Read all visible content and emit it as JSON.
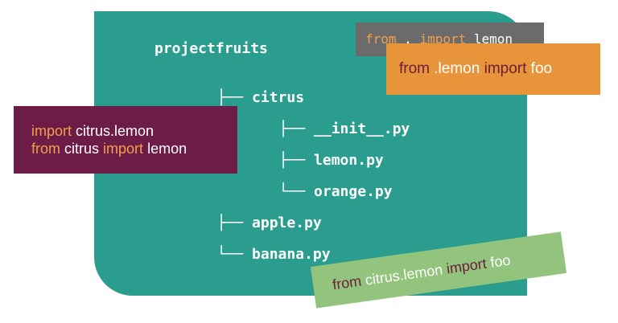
{
  "tree": {
    "root": "projectfruits",
    "items": [
      {
        "branch": "├──",
        "name": "citrus"
      },
      {
        "branch": "├──",
        "name": "__init__.py"
      },
      {
        "branch": "├──",
        "name": "lemon.py"
      },
      {
        "branch": "└──",
        "name": "orange.py"
      },
      {
        "branch": "├──",
        "name": "apple.py"
      },
      {
        "branch": "└──",
        "name": "banana.py"
      }
    ]
  },
  "labels": {
    "relative_dot": {
      "kw1": "from",
      "mid1": ". ",
      "kw2": "import",
      "rest": "lemon"
    },
    "relative_module": {
      "kw1": "from",
      "mid1": ".lemon",
      "kw2": "import",
      "rest": "foo"
    },
    "absolute_two": {
      "line1": {
        "kw1": "import",
        "rest": "citrus.lemon"
      },
      "line2": {
        "kw1": "from",
        "mid1": "citrus",
        "kw2": "import",
        "rest": "lemon"
      }
    },
    "absolute_from": {
      "kw1": "from",
      "mid1": "citrus.lemon",
      "kw2": "import",
      "rest": "foo"
    }
  },
  "colors": {
    "panel": "#2a9d8f",
    "orange_keyword": "#f0a04b",
    "maroon_keyword": "#6d1b3b",
    "box_gray": "#6b6b6b",
    "box_orange": "#e8943a",
    "box_maroon": "#6d1b47",
    "box_green": "#93c47d"
  }
}
